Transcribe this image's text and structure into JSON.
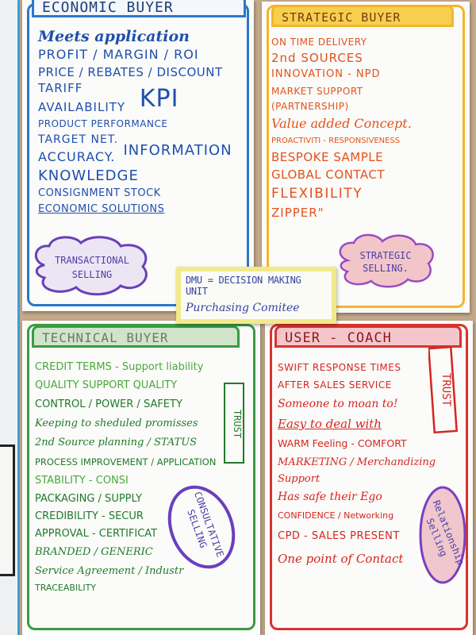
{
  "economic_buyer": {
    "title": "ECONOMIC BUYER",
    "lines": [
      "Meets application",
      "PROFIT / MARGIN / ROI",
      "PRICE / REBATES / DISCOUNT",
      "TARIFF",
      "AVAILABILITY",
      "PRODUCT PERFORMANCE",
      "TARGET NET.",
      "ACCURACY.",
      "KNOWLEDGE",
      "CONSIGNMENT STOCK",
      "ECONOMIC SOLUTIONS"
    ],
    "kpi": "KPI",
    "information": "INFORMATION",
    "cloud": [
      "TRANSACTIONAL",
      "SELLING"
    ]
  },
  "strategic_buyer": {
    "title": "STRATEGIC BUYER",
    "lines": [
      "ON TIME DELIVERY",
      "2nd SOURCES",
      "INNOVATION - NPD",
      "MARKET SUPPORT",
      "(PARTNERSHIP)",
      "Value added Concept.",
      "PROACTIVITI - RESPONSIVENESS",
      "BESPOKE SAMPLE",
      "GLOBAL CONTACT",
      "FLEXIBILITY",
      "ZIPPER\""
    ],
    "cloud": [
      "STRATEGIC",
      "SELLING."
    ]
  },
  "dmu_note": {
    "line1": "DMU = DECISION MAKING UNIT",
    "line2": "Purchasing Comitee"
  },
  "technical_buyer": {
    "title": "TECHNICAL BUYER",
    "lines": [
      "CREDIT TERMS - Support liability",
      "QUALITY SUPPORT QUALITY",
      "CONTROL / POWER / SAFETY",
      "Keeping to sheduled promisses",
      "2nd Source planning / STATUS",
      "PROCESS IMPROVEMENT / APPLICATION",
      "STABILITY - CONSI",
      "PACKAGING / SUPPLY",
      "CREDIBILITY - SECUR",
      "APPROVAL - CERTIFICAT",
      "BRANDED / GENERIC",
      "Service Agreement / Industr",
      "TRACEABILITY"
    ],
    "trust": "TRUST",
    "ellipse": [
      "CONSULTATIVE",
      "SELLING"
    ]
  },
  "user_coach": {
    "title": "USER - COACH",
    "lines": [
      "SWIFT RESPONSE TIMES",
      "AFTER SALES SERVICE",
      "Someone to moan to!",
      "Easy to deal with",
      "WARM Feeling - COMFORT",
      "MARKETING / Merchandizing",
      "Support",
      "Has safe their Ego",
      "CONFIDENCE / Networking",
      "CPD - SALES PRESENT",
      "One point of Contact"
    ],
    "trust": "TRUST",
    "ellipse": [
      "Relationship",
      "Selling"
    ]
  }
}
